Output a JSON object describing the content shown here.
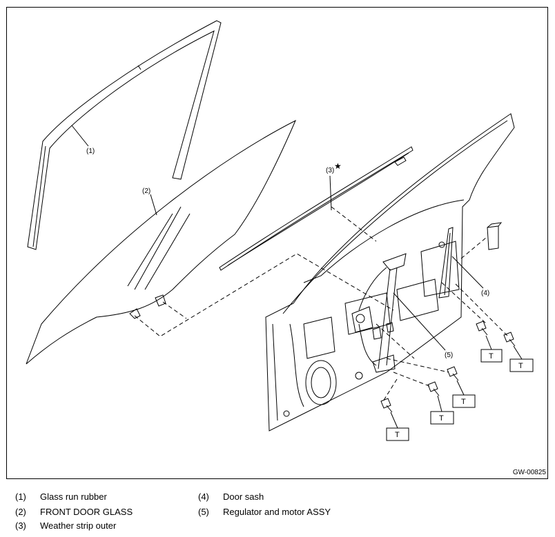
{
  "figure": {
    "id": "GW-00825",
    "callouts": [
      "(1)",
      "(2)",
      "(3)",
      "(4)",
      "(5)"
    ],
    "star": "★",
    "torque_mark": "T"
  },
  "legend": [
    {
      "num": "(1)",
      "label": "Glass run rubber"
    },
    {
      "num": "(2)",
      "label": "FRONT DOOR GLASS"
    },
    {
      "num": "(3)",
      "label": "Weather strip outer"
    },
    {
      "num": "(4)",
      "label": "Door sash"
    },
    {
      "num": "(5)",
      "label": "Regulator and motor ASSY"
    }
  ]
}
